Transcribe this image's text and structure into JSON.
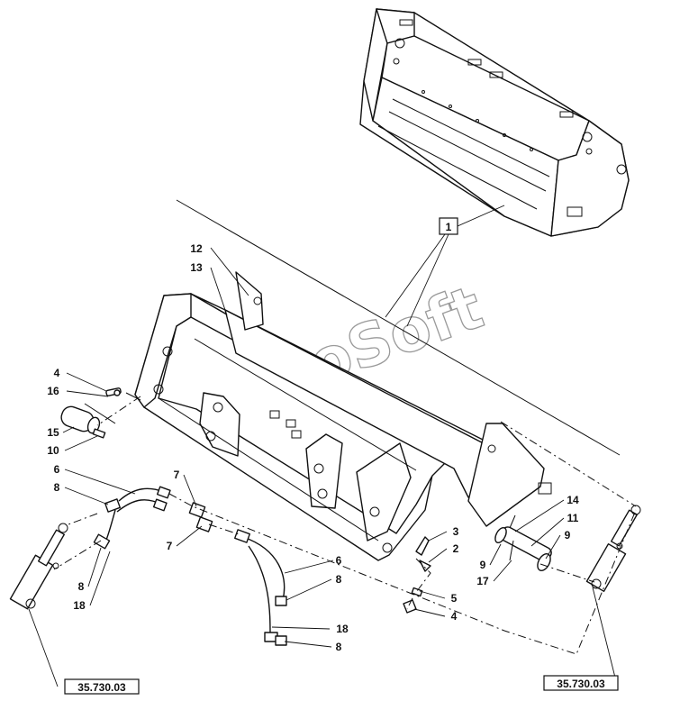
{
  "diagram": {
    "watermark": "AutoSoft",
    "reference_boxes": [
      {
        "id": "ref-left",
        "text": "35.730.03"
      },
      {
        "id": "ref-right",
        "text": "35.730.03"
      }
    ],
    "callout_box": {
      "text": "1"
    },
    "callouts": [
      {
        "id": "c12",
        "text": "12"
      },
      {
        "id": "c13",
        "text": "13"
      },
      {
        "id": "c4a",
        "text": "4"
      },
      {
        "id": "c16",
        "text": "16"
      },
      {
        "id": "c15",
        "text": "15"
      },
      {
        "id": "c10",
        "text": "10"
      },
      {
        "id": "c6a",
        "text": "6"
      },
      {
        "id": "c8a",
        "text": "8"
      },
      {
        "id": "c7a",
        "text": "7"
      },
      {
        "id": "c7b",
        "text": "7"
      },
      {
        "id": "c8b",
        "text": "8"
      },
      {
        "id": "c18a",
        "text": "18"
      },
      {
        "id": "c6b",
        "text": "6"
      },
      {
        "id": "c8c",
        "text": "8"
      },
      {
        "id": "c18b",
        "text": "18"
      },
      {
        "id": "c8d",
        "text": "8"
      },
      {
        "id": "c14",
        "text": "14"
      },
      {
        "id": "c11",
        "text": "11"
      },
      {
        "id": "c9a",
        "text": "9"
      },
      {
        "id": "c9b",
        "text": "9"
      },
      {
        "id": "c17",
        "text": "17"
      },
      {
        "id": "c3",
        "text": "3"
      },
      {
        "id": "c2",
        "text": "2"
      },
      {
        "id": "c5",
        "text": "5"
      },
      {
        "id": "c4b",
        "text": "4"
      }
    ]
  }
}
